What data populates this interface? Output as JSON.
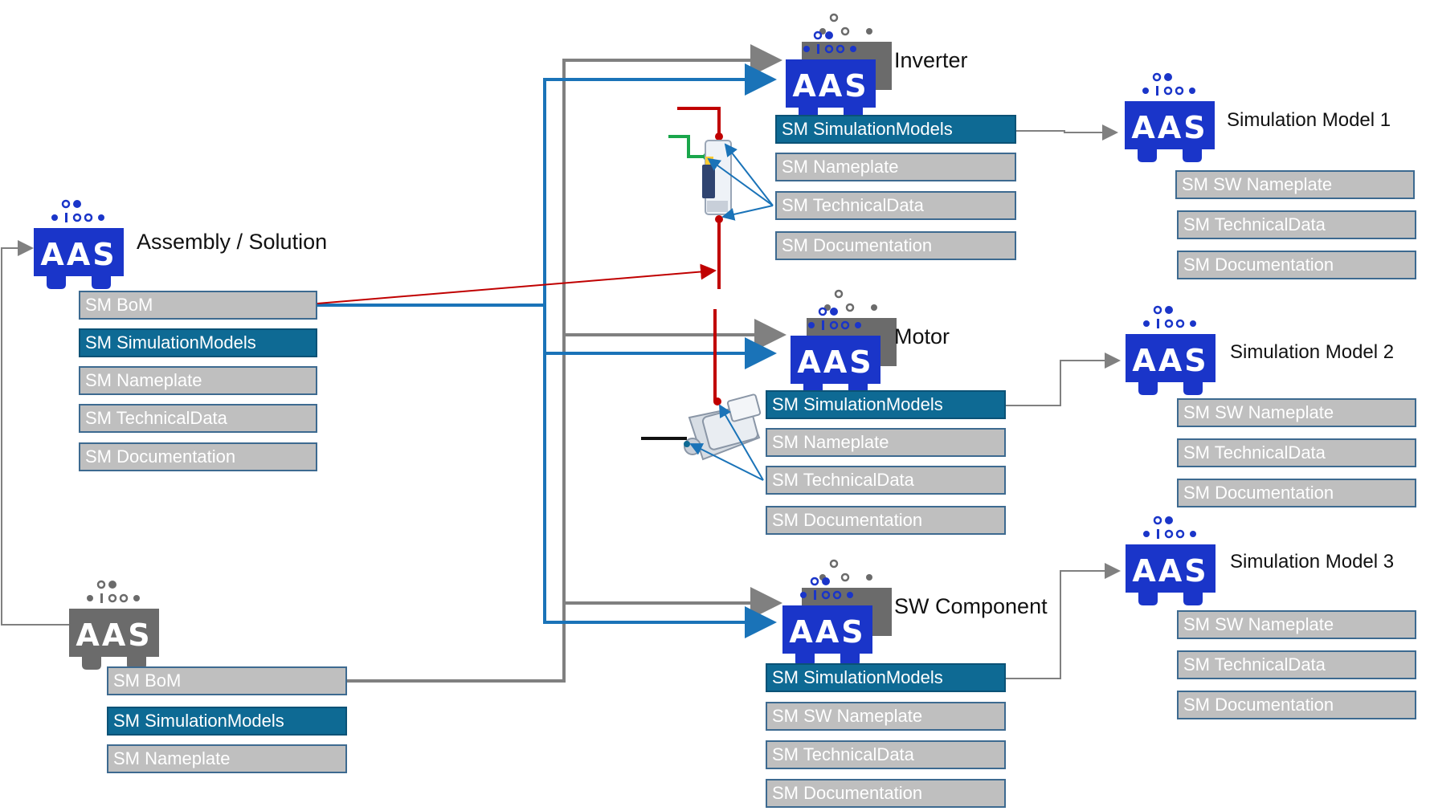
{
  "colors": {
    "aas_blue": "#1a35c9",
    "aas_gray": "#6b6b6b",
    "sm_gray": "#bfbfbf",
    "sm_sim": "#0e6a94",
    "link_blue": "#1a73b8",
    "link_gray": "#808080",
    "link_red": "#c00000",
    "link_green": "#1aa64b"
  },
  "aas_badge_text": "AAS",
  "assembly": {
    "title": "Assembly / Solution",
    "submodels": [
      "SM BoM",
      "SM SimulationModels",
      "SM Nameplate",
      "SM TechnicalData",
      "SM Documentation"
    ]
  },
  "gray_aas": {
    "submodels": [
      "SM BoM",
      "SM SimulationModels",
      "SM Nameplate"
    ]
  },
  "inverter": {
    "title": "Inverter",
    "submodels": [
      "SM SimulationModels",
      "SM Nameplate",
      "SM TechnicalData",
      "SM Documentation"
    ]
  },
  "motor": {
    "title": "Motor",
    "submodels": [
      "SM SimulationModels",
      "SM Nameplate",
      "SM TechnicalData",
      "SM Documentation"
    ]
  },
  "sw_component": {
    "title": "SW Component",
    "submodels": [
      "SM SimulationModels",
      "SM SW Nameplate",
      "SM TechnicalData",
      "SM Documentation"
    ]
  },
  "sim1": {
    "title": "Simulation Model 1",
    "submodels": [
      "SM SW Nameplate",
      "SM TechnicalData",
      "SM Documentation"
    ]
  },
  "sim2": {
    "title": "Simulation Model 2",
    "submodels": [
      "SM SW Nameplate",
      "SM TechnicalData",
      "SM Documentation"
    ]
  },
  "sim3": {
    "title": "Simulation Model 3",
    "submodels": [
      "SM SW Nameplate",
      "SM TechnicalData",
      "SM Documentation"
    ]
  }
}
